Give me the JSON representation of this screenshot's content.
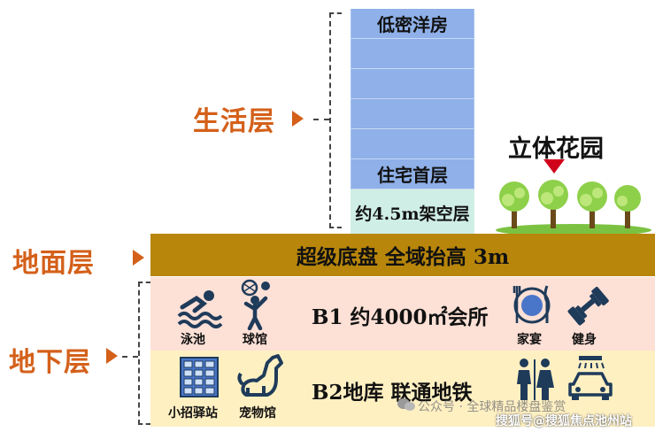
{
  "levels": {
    "living": "生活层",
    "ground": "地面层",
    "underground": "地下层"
  },
  "building": {
    "top_floor": "低密洋房",
    "first_floor": "住宅首层",
    "pilotis": "约4.5m架空层",
    "floor_color": "#8fb0e8",
    "pilotis_color": "#cfeee6"
  },
  "garden": {
    "label": "立体花园"
  },
  "ground_band": {
    "text": "超级底盘 全域抬高 3m",
    "color": "#b8860b"
  },
  "b1": {
    "title": "B1 约4000㎡会所",
    "color": "#fde0d6",
    "icons": [
      {
        "icon": "swimming-icon",
        "label": "泳池"
      },
      {
        "icon": "ball-sports-icon",
        "label": "球馆"
      },
      {
        "icon": "dining-icon",
        "label": "家宴"
      },
      {
        "icon": "dumbbell-icon",
        "label": "健身"
      }
    ]
  },
  "b2": {
    "title": "B2地库 联通地铁",
    "color": "#fff0c2",
    "icons": [
      {
        "icon": "parcel-locker-icon",
        "label": "小招驿站"
      },
      {
        "icon": "dog-icon",
        "label": "宠物馆"
      },
      {
        "icon": "restroom-icon",
        "label": ""
      },
      {
        "icon": "car-wash-icon",
        "label": ""
      }
    ]
  },
  "watermarks": {
    "wechat": "公众号 · 全球精品楼盘鉴赏",
    "sohu": "搜狐号@搜狐焦点池州站"
  },
  "accent_color": "#d4601a"
}
